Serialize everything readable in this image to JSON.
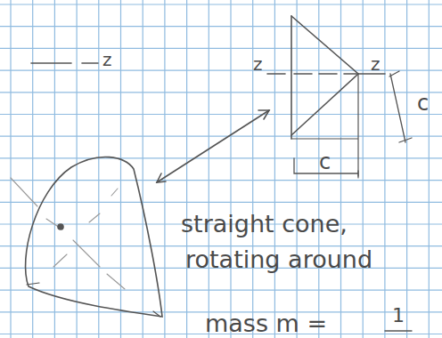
{
  "diagram": {
    "labels": [
      "z",
      "z",
      "z",
      "c",
      "c",
      "straight cone,",
      "rotating around",
      "mass m =",
      "1"
    ]
  }
}
